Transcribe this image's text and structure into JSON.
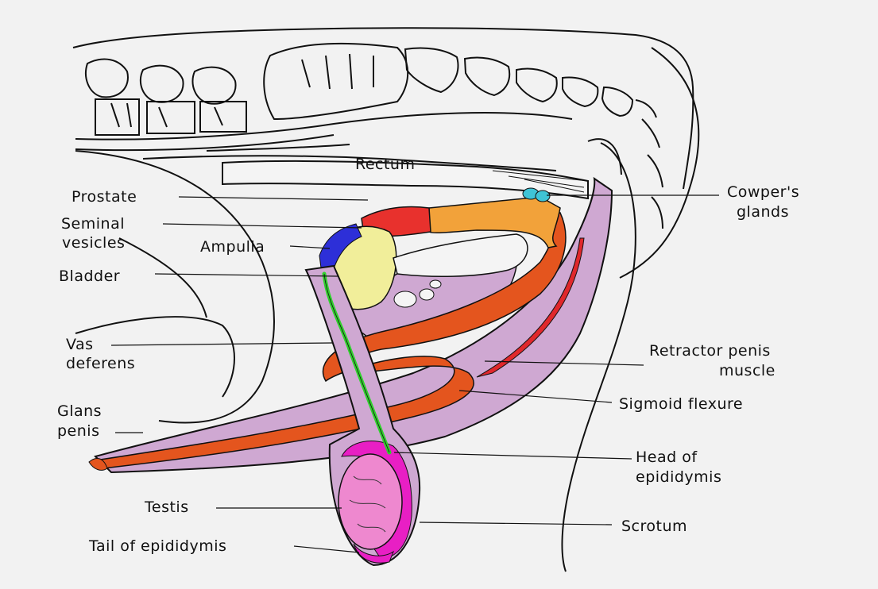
{
  "labels": {
    "rectum": "Rectum",
    "prostate": "Prostate",
    "seminal_vesicles": [
      "Seminal",
      "vesicles"
    ],
    "ampulla": "Ampulla",
    "bladder": "Bladder",
    "vas_deferens": [
      "Vas",
      "deferens"
    ],
    "glans_penis": [
      "Glans",
      "penis"
    ],
    "testis": "Testis",
    "tail_of_epididymis": "Tail of epididymis",
    "cowpers_glands": [
      "Cowper's",
      "glands"
    ],
    "retractor_penis_muscle": [
      "Retractor penis",
      "muscle"
    ],
    "sigmoid_flexure": "Sigmoid flexure",
    "head_of_epididymis": [
      "Head of",
      "epididymis"
    ],
    "scrotum": "Scrotum"
  },
  "colors": {
    "background": "#f2f2f2",
    "sheath": "#cfa8d2",
    "penis": "#e4551e",
    "prostate": "#e8312d",
    "seminal_vesicles": "#f2a23a",
    "ampulla": "#2d2fd8",
    "bladder": "#f1ee9a",
    "vas_deferens": "#2fd12c",
    "cowpers_glands": "#3fc4d6",
    "testis": "#ee88cf",
    "head_of_epididymis": "#e81fc4",
    "retractor_penis_muscle": "#e0282c"
  }
}
